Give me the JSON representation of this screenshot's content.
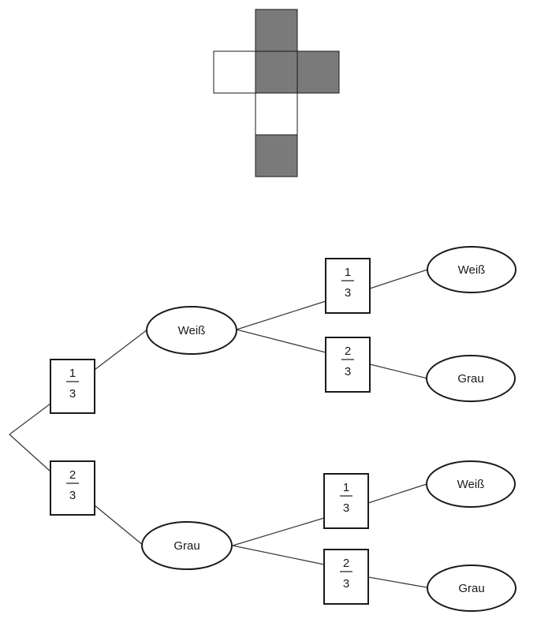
{
  "cube_net": {
    "faces": [
      {
        "id": "top",
        "color": "gray"
      },
      {
        "id": "left",
        "color": "white"
      },
      {
        "id": "center",
        "color": "gray"
      },
      {
        "id": "right",
        "color": "gray"
      },
      {
        "id": "below-center",
        "color": "white"
      },
      {
        "id": "bottom",
        "color": "gray"
      }
    ],
    "colors": {
      "gray": "#7a7a7a",
      "white": "#ffffff"
    }
  },
  "tree": {
    "stage1": {
      "weiss": {
        "label": "Weiß",
        "numerator": "1",
        "denominator": "3"
      },
      "grau": {
        "label": "Grau",
        "numerator": "2",
        "denominator": "3"
      }
    },
    "stage2_after_weiss": {
      "weiss": {
        "label": "Weiß",
        "numerator": "1",
        "denominator": "3"
      },
      "grau": {
        "label": "Grau",
        "numerator": "2",
        "denominator": "3"
      }
    },
    "stage2_after_grau": {
      "weiss": {
        "label": "Weiß",
        "numerator": "1",
        "denominator": "3"
      },
      "grau": {
        "label": "Grau",
        "numerator": "2",
        "denominator": "3"
      }
    }
  }
}
